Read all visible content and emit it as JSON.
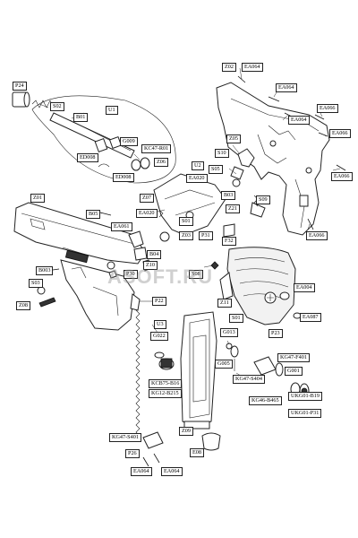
{
  "watermark": "ASOFT.RU",
  "labels": {
    "Z02": "Z02",
    "EA064_1": "EA064",
    "EA064_2": "EA064",
    "EA064_3": "EA064",
    "EA066_1": "EA066",
    "EA066_2": "EA066",
    "EA066_3": "EA066",
    "EA066_4": "EA066",
    "Z05": "Z05",
    "S10": "S10",
    "S05": "S05",
    "B03": "B03",
    "S09": "S09",
    "Z21": "Z21",
    "F32": "F32",
    "P24": "P24",
    "S02": "S02",
    "U1": "U1",
    "B01": "B01",
    "G009": "G009",
    "KC47R01": "KC47-R01",
    "ED008_1": "ED008",
    "Z06": "Z06",
    "ED008_2": "ED008",
    "U2": "U2",
    "EA020_1": "EA020",
    "Z07": "Z07",
    "EA020_2": "EA020",
    "S01": "S01",
    "Z03": "Z03",
    "P31": "P31",
    "Z01": "Z01",
    "B05": "B05",
    "EA061": "EA061",
    "B04": "B04",
    "Z10": "Z10",
    "P30": "P30",
    "B003": "B003",
    "S03": "S03",
    "Z08": "Z08",
    "S08": "S08",
    "EA004": "EA004",
    "Z11": "Z11",
    "EA087": "EA087",
    "S01b": "S01",
    "P23": "P23",
    "P22": "P22",
    "U3": "U3",
    "G022": "G022",
    "KCB75B16": "KCB75-B16",
    "KG12B215": "KG12-B215",
    "G013": "G013",
    "G005": "G005",
    "KG47S404": "KG47-S404",
    "KG47F401": "KG47-F401",
    "G001": "G001",
    "KG46B465": "KG46-B465",
    "UKG01B19": "UKG01-B19",
    "UKG01P31": "UKG01-P31",
    "Z09": "Z09",
    "KG47S401": "KG47-S401",
    "P26": "P26",
    "EA064_4": "EA064",
    "EA064_5": "EA064",
    "E08": "E08"
  }
}
